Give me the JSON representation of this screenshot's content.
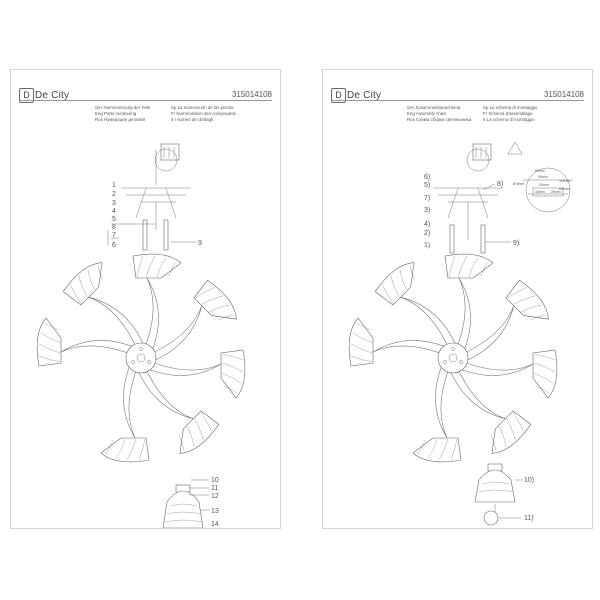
{
  "pages": [
    {
      "brand": "De City",
      "code": "315014108",
      "langs": [
        "Ger Nummerierung der Teile",
        "Sp La numeración de las piezas",
        "Eng Parts numbering",
        "Fr Numérotation des composants",
        "Rus Нумерация деталей",
        "It I numeri dei dettagli"
      ],
      "labels": [
        "1",
        "2",
        "3",
        "4",
        "5",
        "8",
        "7",
        "6",
        "9",
        "10",
        "11",
        "12",
        "13",
        "14"
      ]
    },
    {
      "brand": "De City",
      "code": "315014108",
      "langs": [
        "Ger Zusammenbauschema",
        "Sp La schema di montaggio",
        "Eng Assembly chart",
        "Fr Schéma d'assemblage",
        "Rus Схема сборки светильника",
        "It La schema di montaggio"
      ],
      "labels": [
        "6)",
        "5)",
        "8)",
        "7)",
        "3)",
        "4)",
        "2)",
        "1)",
        "9)",
        "10)",
        "11)"
      ],
      "dims": [
        "60mm",
        "45mm",
        "40mm",
        "30mm",
        "25mm",
        "115mm",
        "Ø 8mm",
        "Ø6mm"
      ]
    }
  ]
}
